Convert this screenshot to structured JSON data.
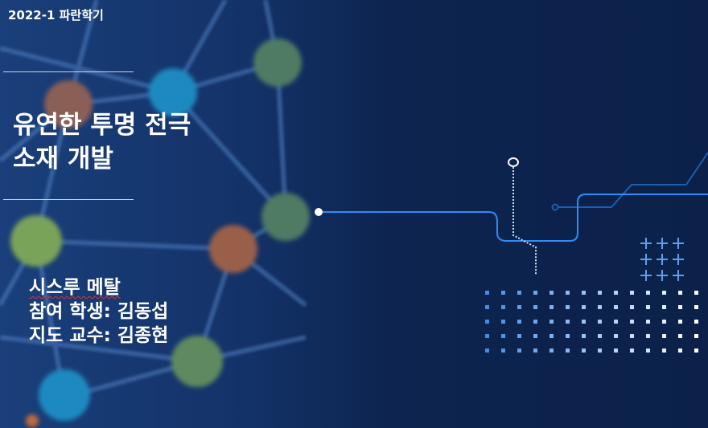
{
  "slide": {
    "semester": "2022-1 파란학기",
    "title_lines": [
      "유연한 투명 전극",
      "소재 개발"
    ],
    "team": "시스루 메탈",
    "student": "참여 학생: 김동섭",
    "professor": "지도 교수: 김종현"
  },
  "colors": {
    "background": "#0d2450",
    "accent": "#1e7bf0",
    "text": "#ffffff"
  }
}
